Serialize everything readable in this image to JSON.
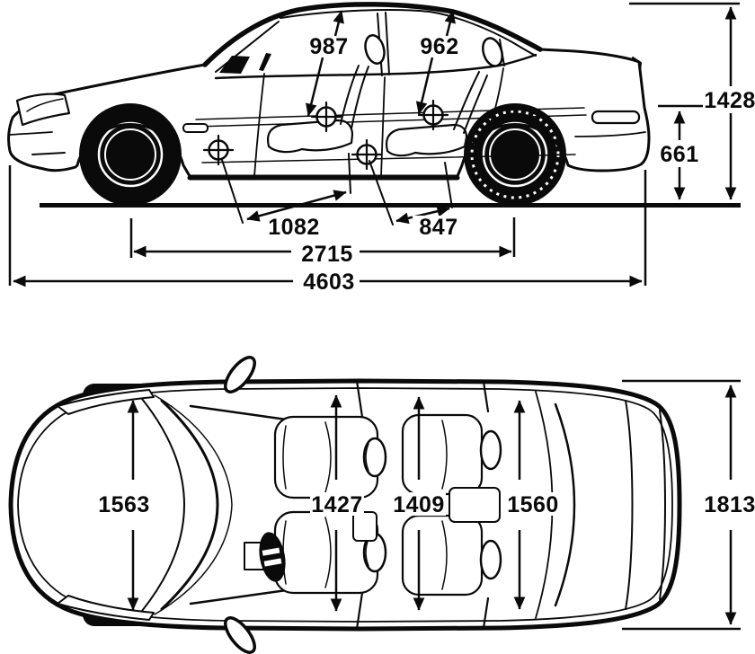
{
  "colors": {
    "ink": "#0a0a0a",
    "background": "#ffffff"
  },
  "diagram": {
    "side_view": {
      "front_headroom": "987",
      "rear_headroom": "962",
      "overall_height": "1428",
      "rear_bumper_height": "661",
      "front_legroom": "1082",
      "rear_legroom": "847",
      "wheelbase": "2715",
      "overall_length": "4603"
    },
    "top_view": {
      "front_track": "1563",
      "front_interior_width": "1427",
      "rear_interior_width": "1409",
      "rear_track": "1560",
      "overall_width": "1813"
    }
  }
}
